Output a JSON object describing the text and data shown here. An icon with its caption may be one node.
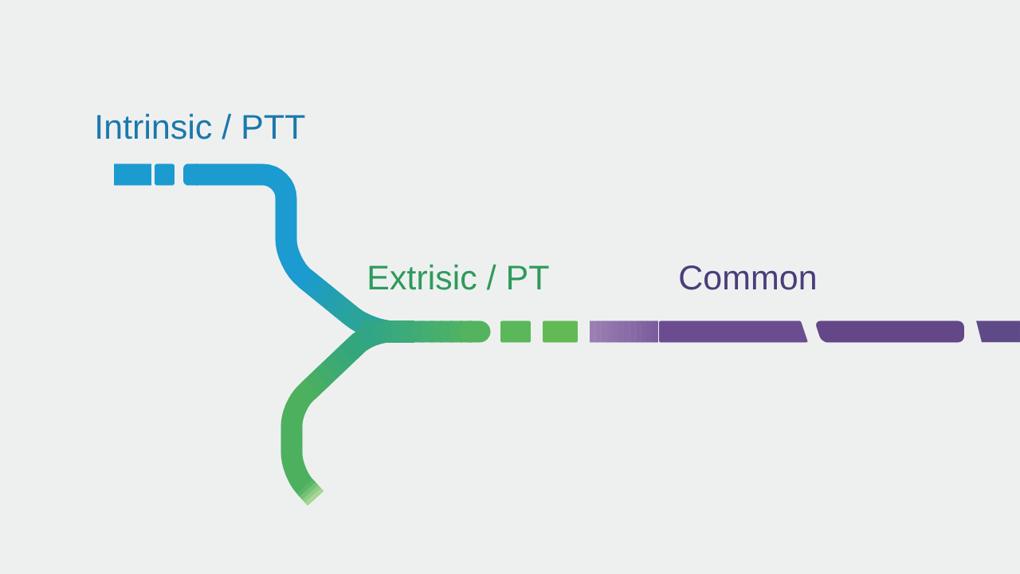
{
  "diagram": {
    "labels": [
      "Intrinsic / PTT",
      "Extrisic / PT",
      "Common"
    ]
  }
}
